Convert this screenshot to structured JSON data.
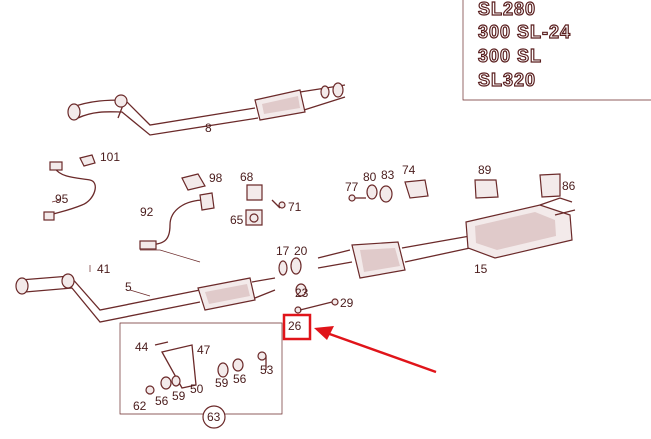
{
  "model_badges": [
    "SL280",
    "300 SL-24",
    "300 SL",
    "SL320"
  ],
  "callouts": {
    "c8": "8",
    "c101": "101",
    "c95": "95",
    "c98": "98",
    "c92": "92",
    "c68": "68",
    "c71": "71",
    "c65": "65",
    "c77": "77",
    "c80": "80",
    "c83": "83",
    "c74": "74",
    "c89": "89",
    "c86": "86",
    "c41": "41",
    "c5": "5",
    "c17": "17",
    "c20": "20",
    "c23": "23",
    "c29": "29",
    "c15": "15",
    "c26": "26",
    "c44": "44",
    "c47": "47",
    "c50": "50",
    "c59a": "59",
    "c56a": "56",
    "c53": "53",
    "c62": "62",
    "c56b": "56",
    "c59b": "59",
    "c63": "63"
  },
  "colors": {
    "highlight": "#e0141a",
    "line": "#6b2a2a",
    "text": "#4a1c1c"
  }
}
